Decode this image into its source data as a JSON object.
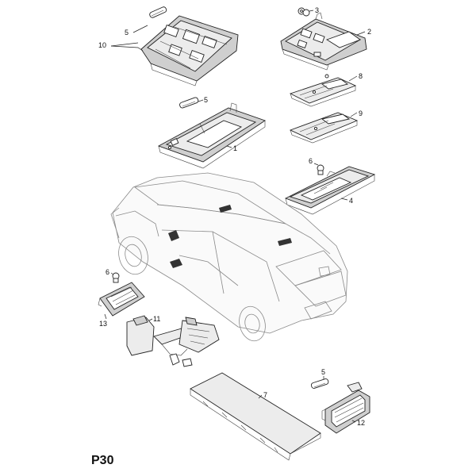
{
  "page_code": "P30",
  "callouts": {
    "c1": "1",
    "c2": "2",
    "c3": "3",
    "c4": "4",
    "c5a": "5",
    "c5b": "5",
    "c5c": "5",
    "c6a": "6",
    "c6b": "6",
    "c7": "7",
    "c8": "8",
    "c9": "9",
    "c10": "10",
    "c11": "11",
    "c12": "12",
    "c13": "13"
  }
}
